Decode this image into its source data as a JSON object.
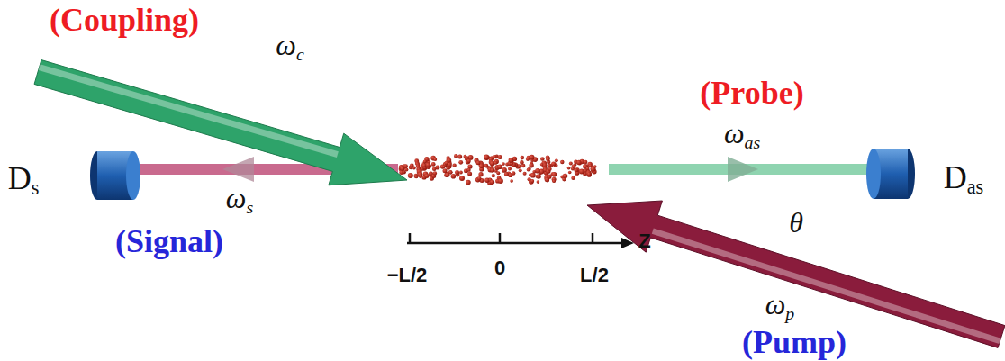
{
  "diagram": {
    "labels": [
      "(Coupling)",
      "ωc",
      "Ds",
      "ωs",
      "(Signal)",
      "(Probe)",
      "ωas",
      "Das",
      "θ",
      "ωp",
      "(Pump)",
      "−L/2",
      "0",
      "L/2",
      "Z"
    ]
  }
}
